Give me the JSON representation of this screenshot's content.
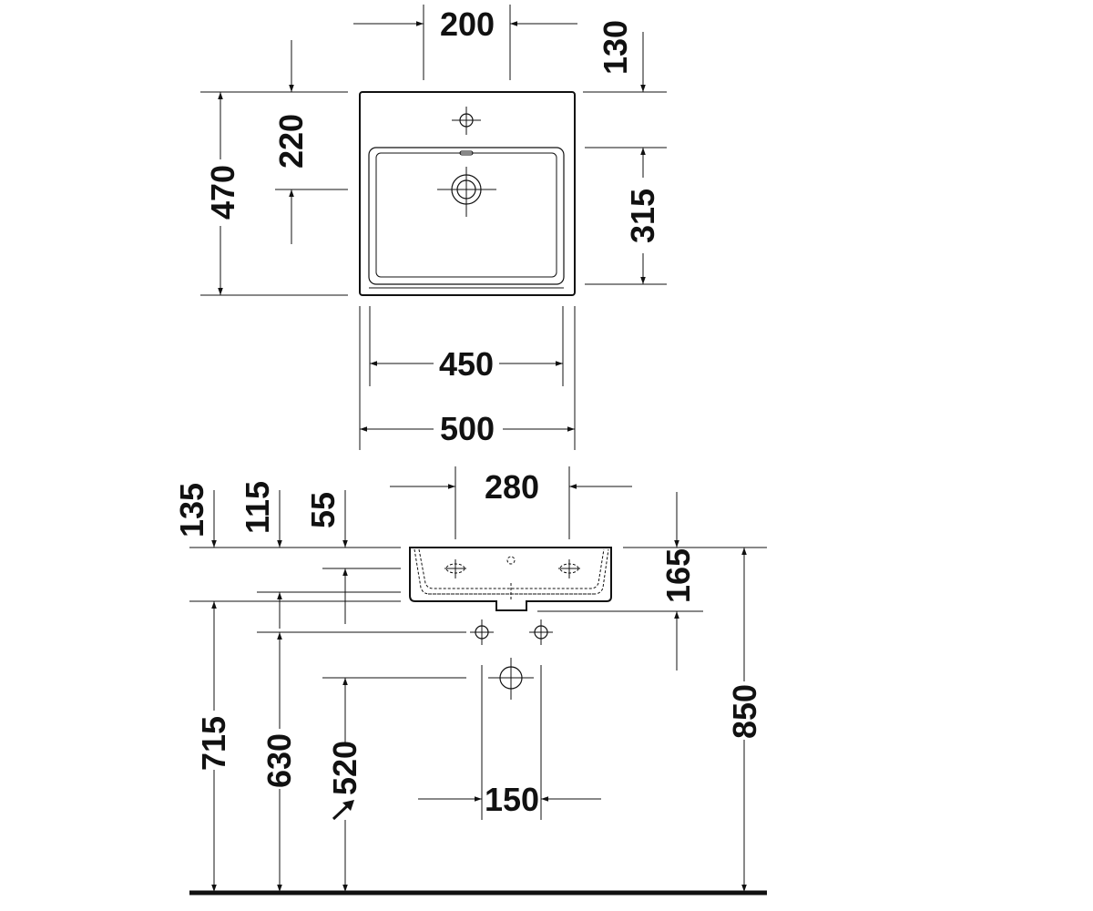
{
  "drawing": {
    "ink_color": "#111111",
    "background": "#ffffff",
    "top_view": {
      "dim_tap_hole_spacing": "200",
      "dim_top_edge_to_tap": "130",
      "dim_depth_overall": "470",
      "dim_front_to_drain": "220",
      "dim_bowl_depth": "315",
      "dim_bowl_width": "450",
      "dim_overall_width": "500"
    },
    "side_view": {
      "dim_fixing_hole_spacing": "280",
      "dim_135": "135",
      "dim_115": "115",
      "dim_55": "55",
      "dim_bowl_height": "165",
      "dim_rim_height": "850",
      "dim_715": "715",
      "dim_630": "630",
      "dim_supply_height": "520",
      "dim_supply_spacing": "150"
    }
  }
}
